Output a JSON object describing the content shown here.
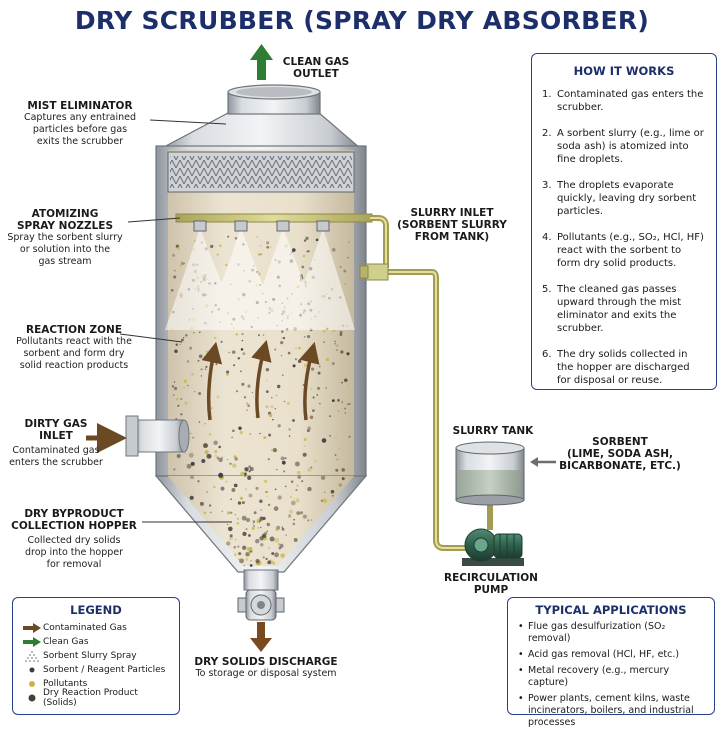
{
  "title": "DRY SCRUBBER (SPRAY DRY ABSORBER)",
  "labels": {
    "clean_gas": {
      "line1": "CLEAN GAS",
      "line2": "OUTLET"
    },
    "mist": {
      "heading": "MIST ELIMINATOR",
      "desc1": "Captures any entrained",
      "desc2": "particles before gas",
      "desc3": "exits the scrubber"
    },
    "nozzles": {
      "heading1": "ATOMIZING",
      "heading2": "SPRAY NOZZLES",
      "desc1": "Spray the sorbent slurry",
      "desc2": "or solution into the",
      "desc3": "gas stream"
    },
    "reaction": {
      "heading": "REACTION ZONE",
      "desc1": "Pollutants react with the",
      "desc2": "sorbent and form dry",
      "desc3": "solid reaction products"
    },
    "dirty_gas": {
      "heading1": "DIRTY GAS",
      "heading2": "INLET",
      "desc1": "Contaminated gas",
      "desc2": "enters the scrubber"
    },
    "hopper": {
      "heading1": "DRY BYPRODUCT",
      "heading2": "COLLECTION HOPPER",
      "desc1": "Collected dry solids",
      "desc2": "drop into the hopper",
      "desc3": "for removal"
    },
    "slurry_inlet": {
      "line1": "SLURRY INLET",
      "line2": "(SORBENT SLURRY",
      "line3": "FROM TANK)"
    },
    "slurry_tank": "SLURRY TANK",
    "sorbent": {
      "line1": "SORBENT",
      "line2": "(LIME, SODA ASH,",
      "line3": "BICARBONATE, ETC.)"
    },
    "pump": {
      "line1": "RECIRCULATION",
      "line2": "PUMP"
    },
    "discharge": {
      "heading": "DRY SOLIDS DISCHARGE",
      "desc": "To storage or disposal system"
    }
  },
  "how_it_works": {
    "title": "HOW IT WORKS",
    "steps": [
      {
        "n": "1.",
        "text": "Contaminated gas enters the scrubber."
      },
      {
        "n": "2.",
        "text": "A sorbent slurry (e.g., lime or soda ash) is atomized into fine droplets."
      },
      {
        "n": "3.",
        "text": "The droplets evaporate quickly, leaving dry sorbent particles."
      },
      {
        "n": "4.",
        "text": "Pollutants (e.g., SO₂, HCl, HF) react with the sorbent to form dry solid products."
      },
      {
        "n": "5.",
        "text": "The cleaned gas passes upward through the mist eliminator and exits the scrubber."
      },
      {
        "n": "6.",
        "text": "The dry solids collected in the hopper are discharged for disposal or reuse."
      }
    ]
  },
  "legend": {
    "title": "LEGEND",
    "items": [
      {
        "label": "Contaminated Gas"
      },
      {
        "label": "Clean Gas"
      },
      {
        "label": "Sorbent Slurry Spray"
      },
      {
        "label": "Sorbent / Reagent Particles"
      },
      {
        "label": "Pollutants"
      },
      {
        "label": "Dry Reaction Product (Solids)"
      }
    ]
  },
  "applications": {
    "title": "TYPICAL APPLICATIONS",
    "items": [
      "Flue gas desulfurization (SO₂ removal)",
      "Acid gas removal (HCl, HF, etc.)",
      "Metal recovery (e.g., mercury capture)",
      "Power plants, cement kilns, waste incinerators, boilers, and industrial processes"
    ]
  },
  "colors": {
    "title": "#1c2f6b",
    "box_border": "#2a3f8f",
    "contaminated_arrow": "#6b4a23",
    "clean_arrow": "#2e7d32",
    "pipe": "#c9c47a",
    "chamber_fill": "#e6dcc8",
    "steel": "#c7cbd0"
  }
}
